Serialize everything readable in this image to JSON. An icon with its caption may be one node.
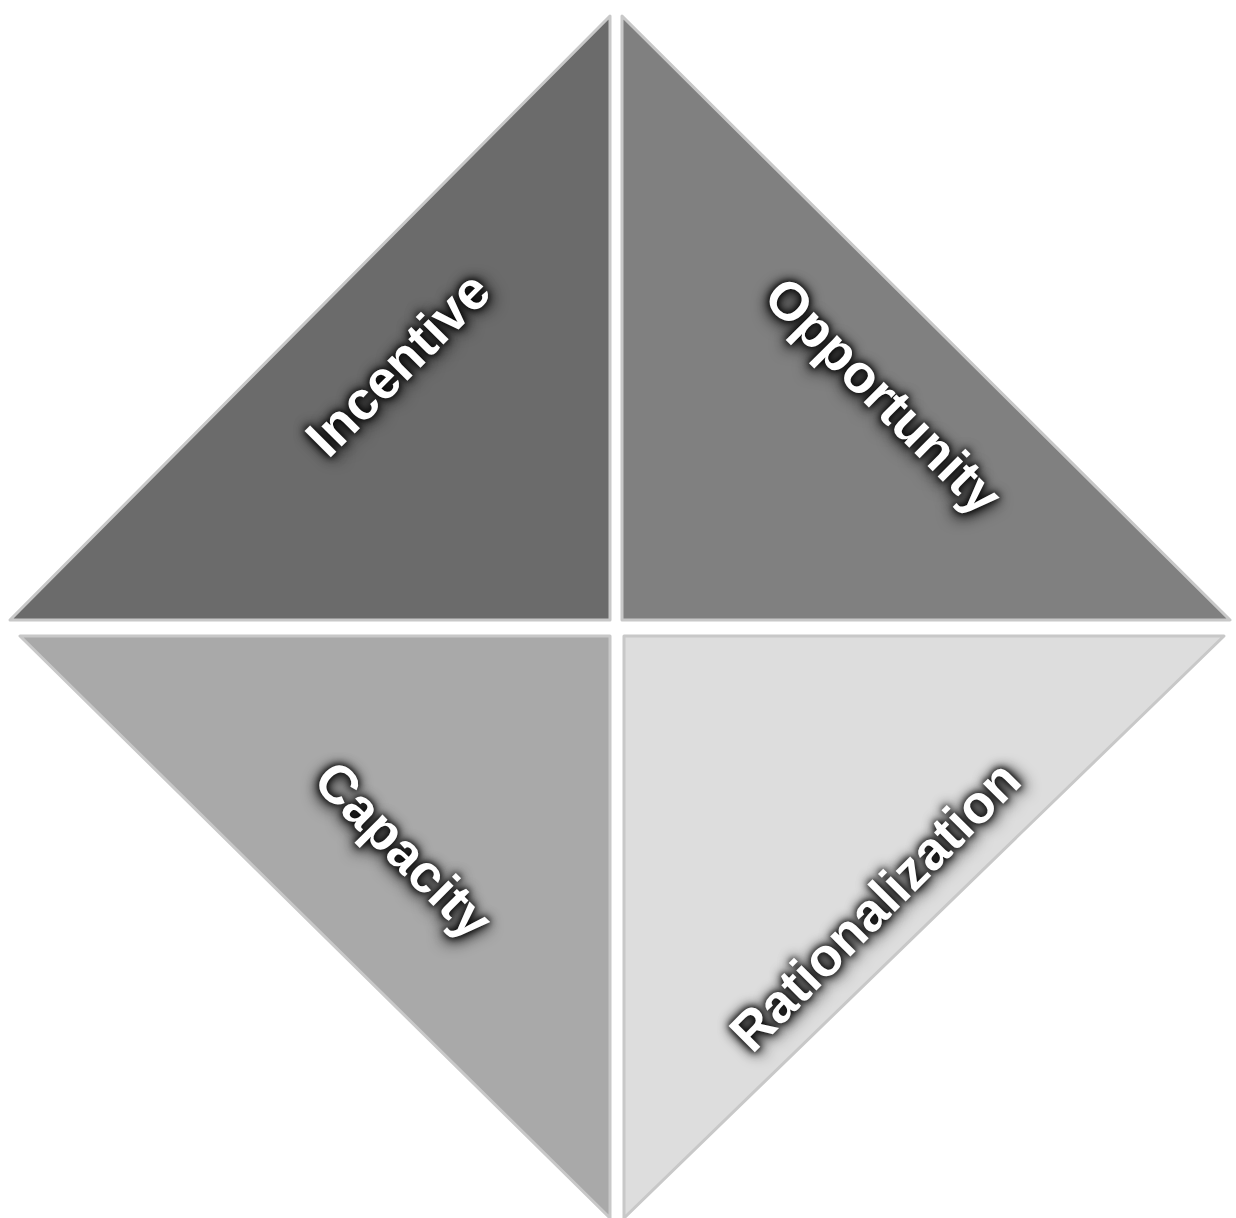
{
  "diagram": {
    "nodes": [
      {
        "text": [
          "Incentive"
        ]
      },
      {
        "text": [
          "Opportunity"
        ]
      },
      {
        "text": [
          "Capacity"
        ]
      },
      {
        "text": [
          "Rationalization"
        ]
      }
    ]
  }
}
